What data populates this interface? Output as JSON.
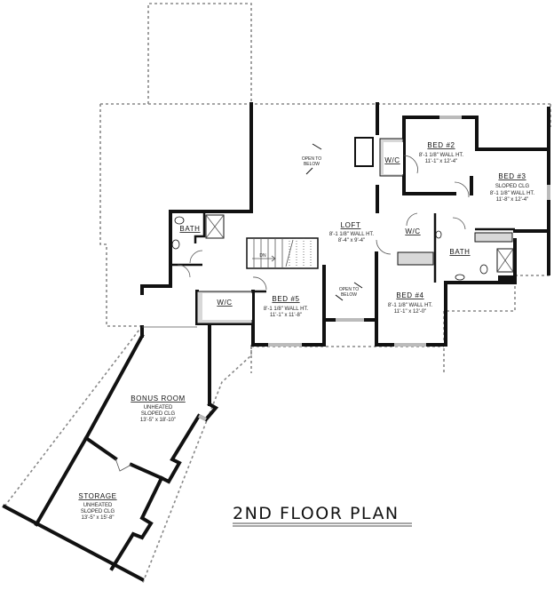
{
  "plan_title": "2ND FLOOR PLAN",
  "rooms": {
    "bed2": {
      "name": "BED #2",
      "line1": "8'-1 1/8\" WALL HT.",
      "line2": "11'-1\" x 12'-4\""
    },
    "bed3": {
      "name": "BED #3",
      "line1": "SLOPED CLG",
      "line2": "8'-1 1/8\" WALL HT.",
      "line3": "11'-8\" x 12'-4\""
    },
    "bed4": {
      "name": "BED #4",
      "line1": "8'-1 1/8\" WALL HT.",
      "line2": "11'-1\" x 12'-0\""
    },
    "bed5": {
      "name": "BED #5",
      "line1": "8'-1 1/8\" WALL HT.",
      "line2": "11'-1\" x 11'-8\""
    },
    "loft": {
      "name": "LOFT",
      "line1": "8'-1 1/8\" WALL HT.",
      "line2": "8'-4\" x 9'-4\""
    },
    "bonus": {
      "name": "BONUS ROOM",
      "line1": "UNHEATED",
      "line2": "SLOPED CLG",
      "line3": "13'-5\" x 18'-10\""
    },
    "storage": {
      "name": "STORAGE",
      "line1": "UNHEATED",
      "line2": "SLOPED CLG",
      "line3": "13'-5\" x 15'-8\""
    },
    "bath_left": {
      "name": "BATH"
    },
    "bath_right": {
      "name": "BATH"
    },
    "wic_bed2": {
      "name": "W/C"
    },
    "wic_bed4": {
      "name": "W/C"
    },
    "wic_bed5": {
      "name": "W/C"
    }
  },
  "annotations": {
    "open_below_1": {
      "line1": "OPEN TO",
      "line2": "BELOW"
    },
    "open_below_2": {
      "line1": "OPEN TO",
      "line2": "BELOW"
    },
    "stair": "DN"
  }
}
